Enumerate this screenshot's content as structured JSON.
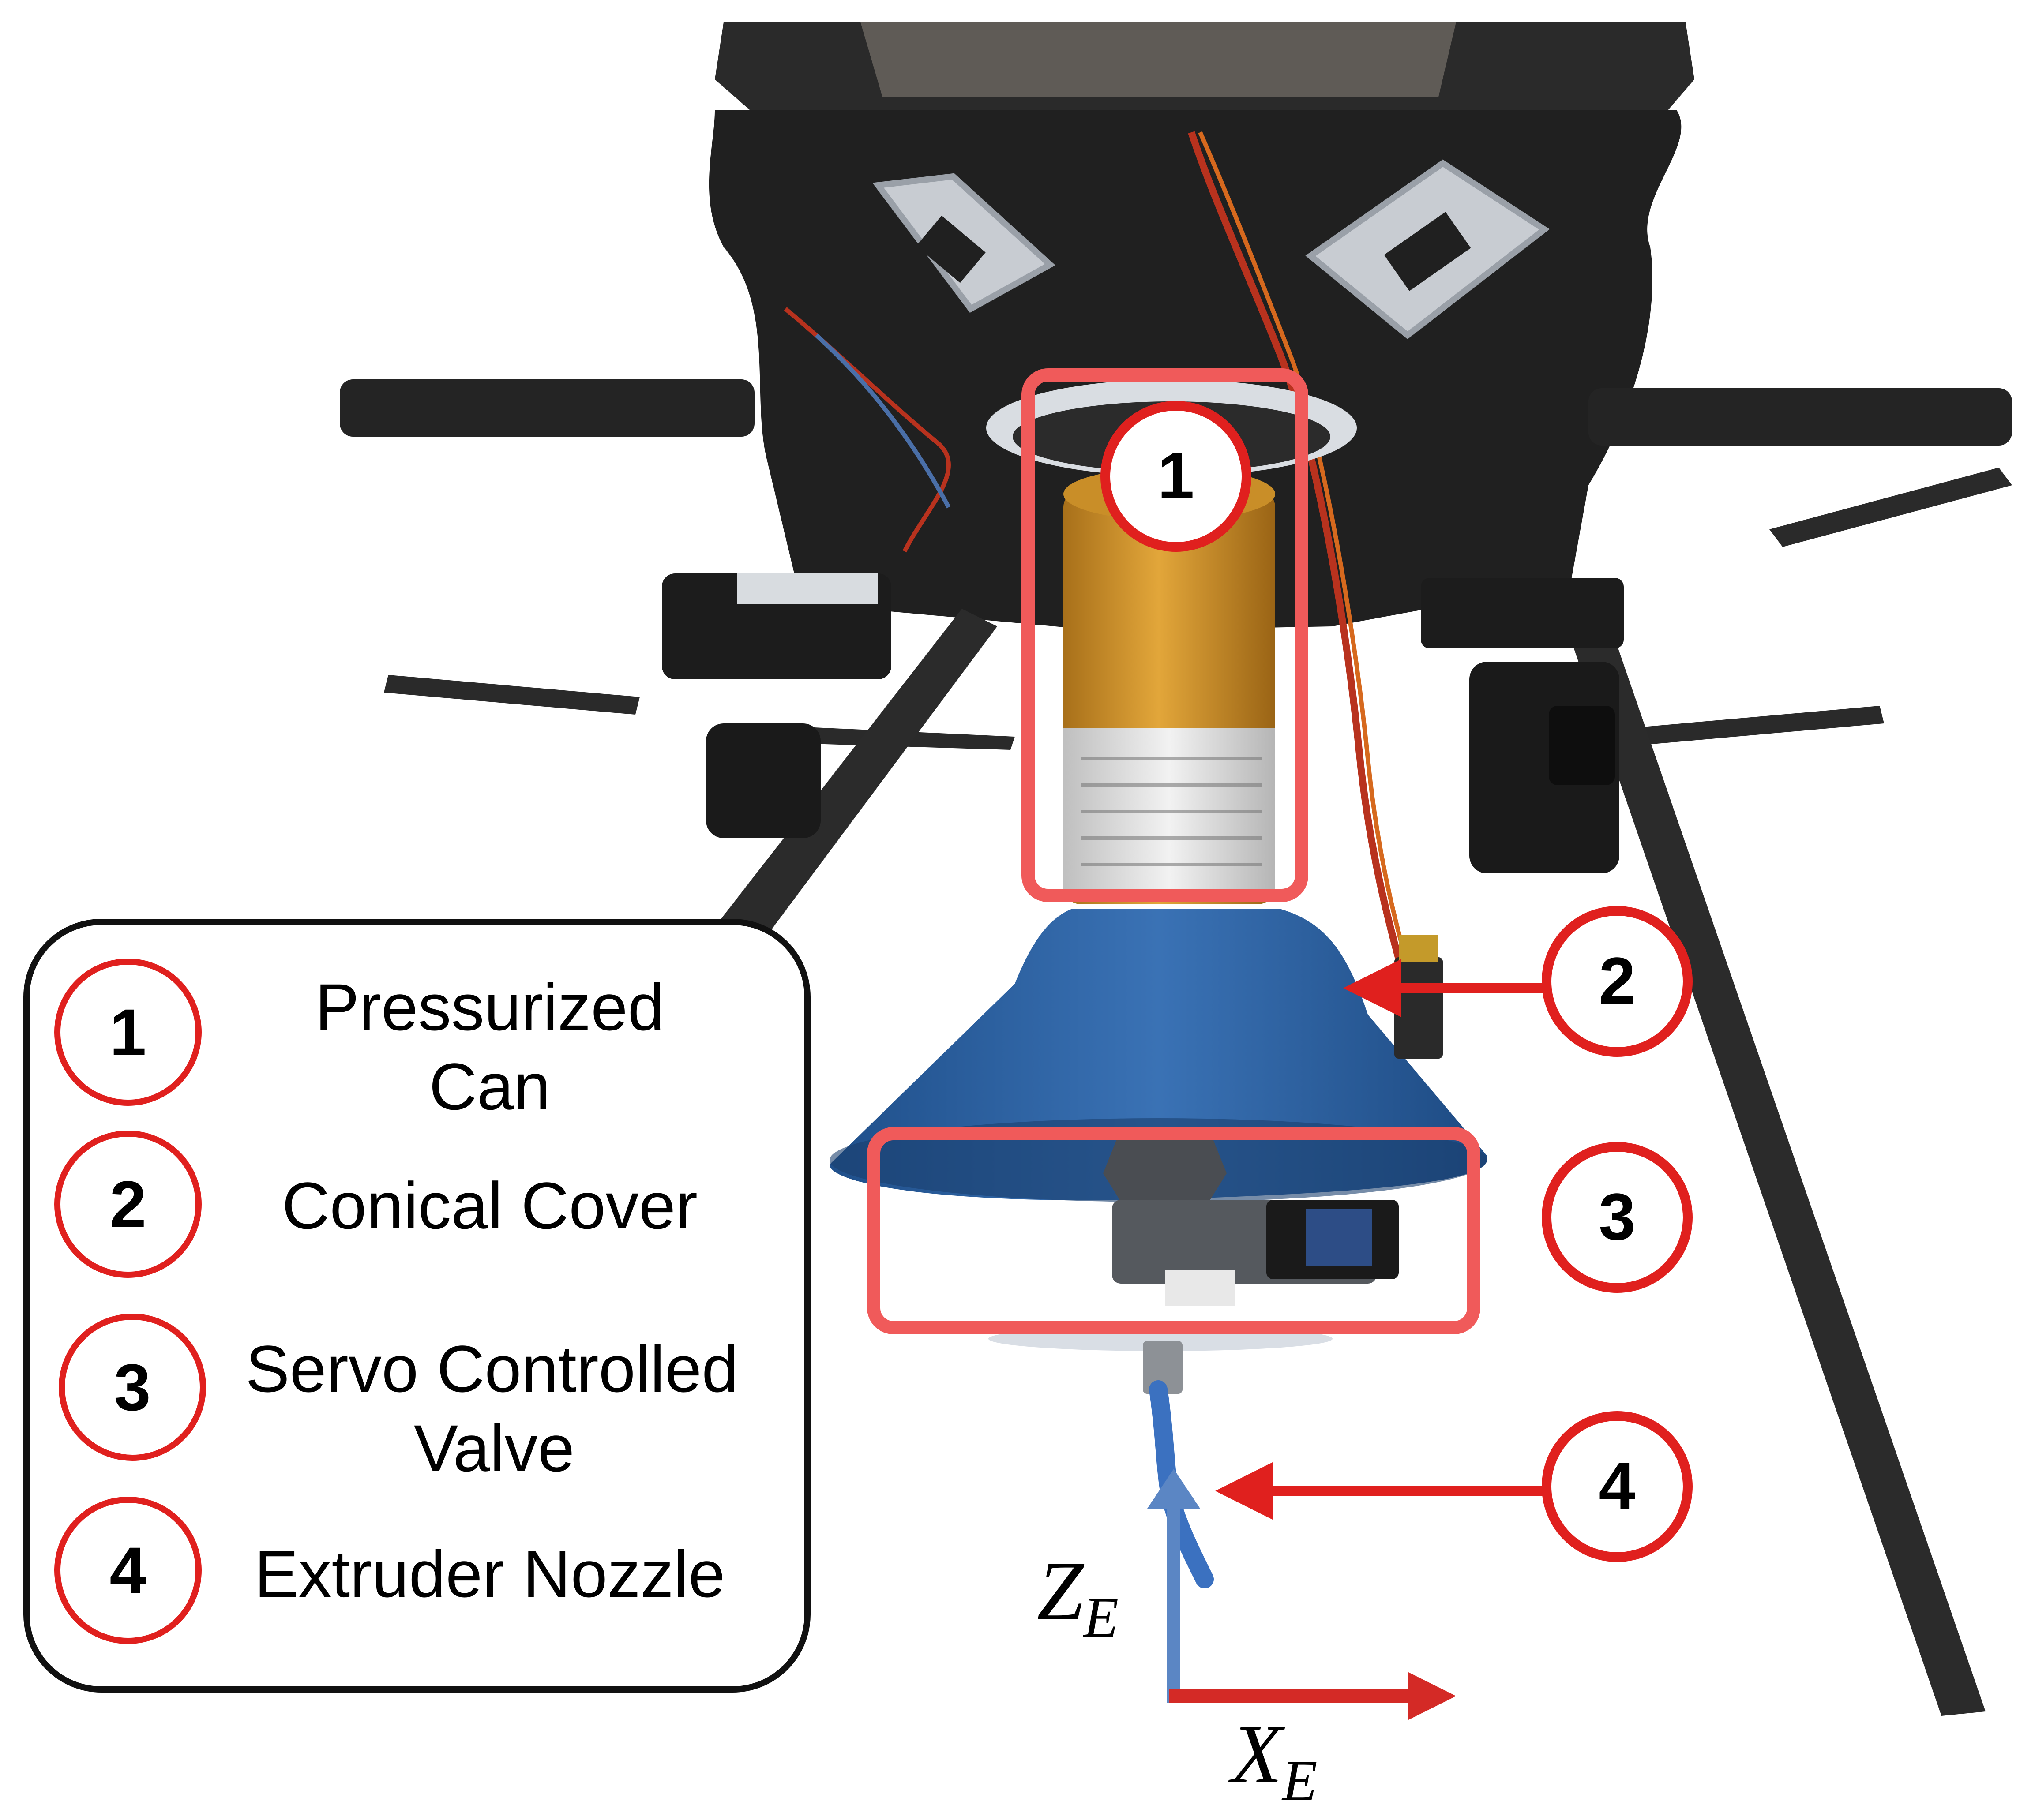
{
  "colors": {
    "accent_red": "#e0201e",
    "highlight_red": "#f05a5a",
    "axis_blue": "#5b86c4",
    "axis_red": "#d42a26",
    "cover_blue": "#2b5f9d",
    "can_orange": "#d99a2a",
    "frame_dark": "#1f1f1f"
  },
  "callouts": [
    {
      "number": "1"
    },
    {
      "number": "2"
    },
    {
      "number": "3"
    },
    {
      "number": "4"
    }
  ],
  "legend": {
    "items": [
      {
        "number": "1",
        "line1": "Pressurized",
        "line2": "Can"
      },
      {
        "number": "2",
        "line1": "Conical Cover",
        "line2": ""
      },
      {
        "number": "3",
        "line1": "Servo Controlled",
        "line2": "Valve"
      },
      {
        "number": "4",
        "line1": "Extruder Nozzle",
        "line2": ""
      }
    ]
  },
  "axes": {
    "z_label": "Z",
    "z_sub": "E",
    "x_label": "X",
    "x_sub": "E"
  },
  "icons": [
    "drone-frame-photo",
    "pressurized-can",
    "conical-cover",
    "servo-valve",
    "extruder-nozzle",
    "arrow-icon"
  ]
}
